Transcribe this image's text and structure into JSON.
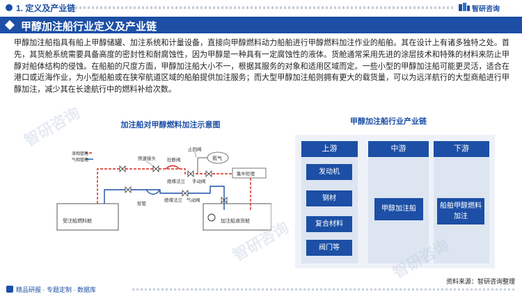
{
  "header": {
    "section_title": "1. 定义及产业链",
    "logo_text": "智研咨询",
    "banner_title": "甲醇加注船行业定义及产业链"
  },
  "paragraph": "甲醇加注船指具有船上甲醇储罐、加注系统和计量设备，直接向甲醇燃料动力船舶进行甲醇燃料加注作业的船舶。其在设计上有诸多独特之处。首先，其货舱系统需要具备高度的密封性和耐腐蚀性，因为甲醇是一种具有一定腐蚀性的液体。货舱通常采用先进的涂层技术和特殊的材料来防止甲醇对船体结构的侵蚀。在船舶的尺度方面，甲醇加注船大小不一，根据其服务的对象和适用区域而定。一些小型的甲醇加注船可能更灵活，适合在港口或近海作业，为小型船舶或在狭窄航道区域的船舶提供加注服务；而大型甲醇加注船则拥有更大的载货量，可以为远洋航行的大型商船进行甲醇加注，减少其在长途航行中的燃料补给次数。",
  "diagram": {
    "title": "加注船对甲醇燃料加注示意图",
    "labels": {
      "liquid_pipe": "液相管路",
      "gas_pipe": "气相管路",
      "quick_joint": "快速接头",
      "breakaway_valve": "拉断阀",
      "check_valve": "止回阀",
      "nitrogen": "氮气",
      "central": "集中处理",
      "insulating_flange_1": "绝缘法兰",
      "insulating_flange_2": "绝缘法兰",
      "manual_valve": "手动阀",
      "pneumatic_valve": "气动阀",
      "hose": "软管",
      "receiving_tank": "受注船燃料舱",
      "bunker_tank": "加注船液货舱"
    }
  },
  "chain": {
    "title": "甲醇加注船行业产业链",
    "upstream": "上游",
    "midstream": "中游",
    "downstream": "下游",
    "upstream_items": [
      "发动机",
      "钢材",
      "复合材料",
      "阀门等"
    ],
    "midstream_item": "甲醇加注船",
    "downstream_line1": "船舶甲醇燃料",
    "downstream_line2": "加注"
  },
  "footer": {
    "source": "资料来源：智研咨询整理",
    "left_text": "精品研报 · 专题定制 · 数据库"
  },
  "watermark": "智研咨询",
  "colors": {
    "primary": "#1c4fa5",
    "liquid": "#d9251c",
    "gas": "#1c4fa5"
  }
}
